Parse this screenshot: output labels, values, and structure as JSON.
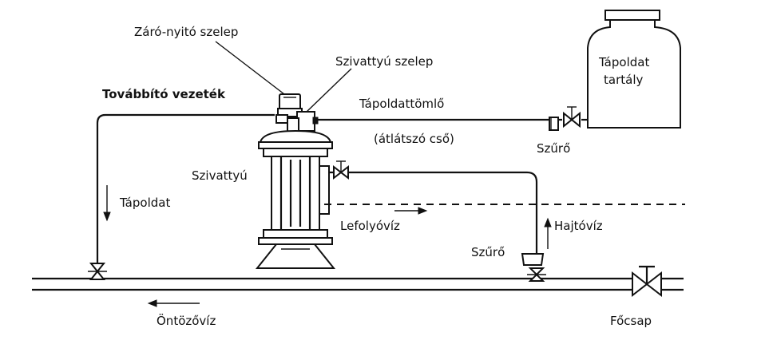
{
  "labels": {
    "shutoff_valve": "Záró-nyitó szelep",
    "pump_valve": "Szivattyú szelep",
    "delivery_line": "Továbbító vezeték",
    "nutrient_hose": "Tápoldattömlő",
    "transparent_tube": "(átlátszó cső)",
    "filter_top": "Szűrő",
    "tank": [
      "Tápoldat",
      "tartály"
    ],
    "pump": "Szivattyú",
    "nutrient": "Tápoldat",
    "drain_water": "Lefolyóvíz",
    "drive_water": "Hajtóvíz",
    "filter_bottom": "Szűrő",
    "irrigation_water": "Öntözővíz",
    "main_valve": "Főcsap"
  }
}
